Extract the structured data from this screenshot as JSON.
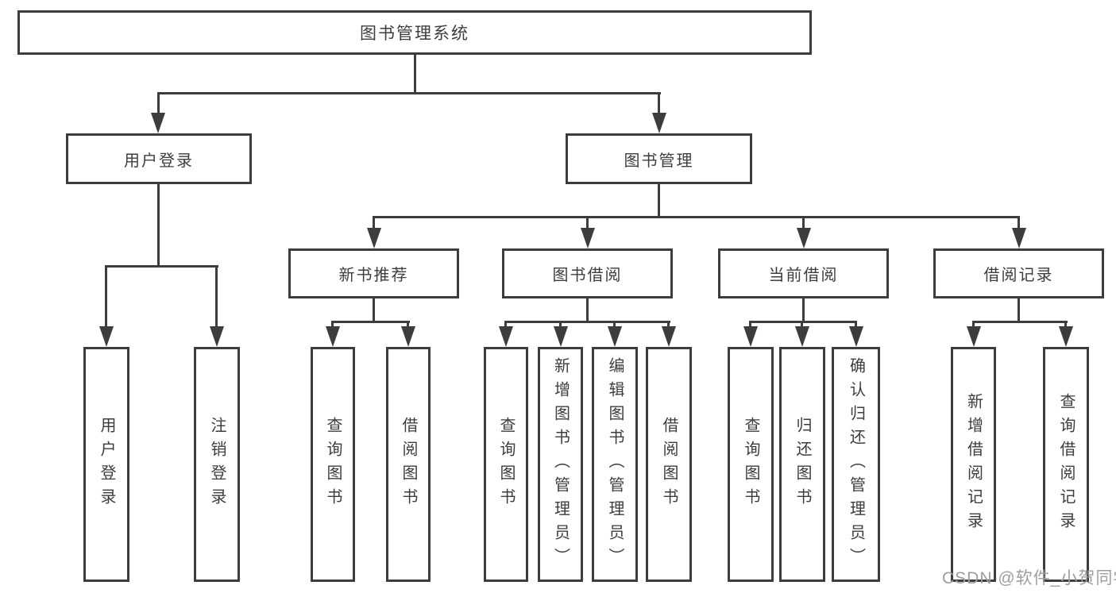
{
  "title": "图书管理系统",
  "level2": [
    "用户登录",
    "图书管理"
  ],
  "level3": [
    "新书推荐",
    "图书借阅",
    "当前借阅",
    "借阅记录"
  ],
  "leaves": [
    "用户登录",
    "注销登录",
    "查询图书",
    "借阅图书",
    "查询图书",
    "新增图书（管理员）",
    "编辑图书（管理员）",
    "借阅图书",
    "查询图书",
    "归还图书",
    "确认归还（管理员）",
    "新增借阅记录",
    "查询借阅记录"
  ],
  "watermark": "CSDN @软件_小贺同学",
  "colors": {
    "line": "#3d3d3d",
    "text": "#3d3d3d",
    "watermark": "#9e9e9e",
    "background": "#ffffff"
  }
}
